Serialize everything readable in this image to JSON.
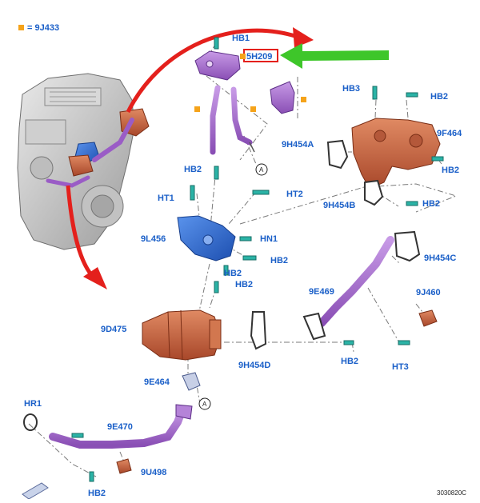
{
  "legend": {
    "symbol_color": "#f5a31a",
    "text": "= 9J433"
  },
  "labels": {
    "hb1": "HB1",
    "part_5h209": "5H209",
    "hb3": "HB3",
    "hb2_top": "HB2",
    "p9f464": "9F464",
    "p9h454a": "9H454A",
    "hb2_right": "HB2",
    "hb2_left": "HB2",
    "ht1": "HT1",
    "ht2": "HT2",
    "p9h454b": "9H454B",
    "hb2_mid": "HB2",
    "p9l456": "9L456",
    "hn1": "HN1",
    "hb2_a": "HB2",
    "hb2_b": "HB2",
    "hb2_c": "HB2",
    "p9h454c": "9H454C",
    "p9e469": "9E469",
    "p9j460": "9J460",
    "p9d475": "9D475",
    "p9h454d": "9H454D",
    "hb2_d": "HB2",
    "ht3": "HT3",
    "p9e464": "9E464",
    "hr1": "HR1",
    "p9e470": "9E470",
    "p9u498": "9U498",
    "hb2_bottom": "HB2",
    "callout_a1": "A",
    "callout_a2": "A"
  },
  "figure_id": "3030820C",
  "colors": {
    "label": "#1a5fc8",
    "purple_part": "#a066c8",
    "copper_part": "#c9603c",
    "blue_part": "#2f6fd6",
    "teal_fastener": "#2bb3a6",
    "red_arrow": "#e4201c",
    "green_arrow": "#3ec62a",
    "highlight_box": "#e4201c"
  }
}
